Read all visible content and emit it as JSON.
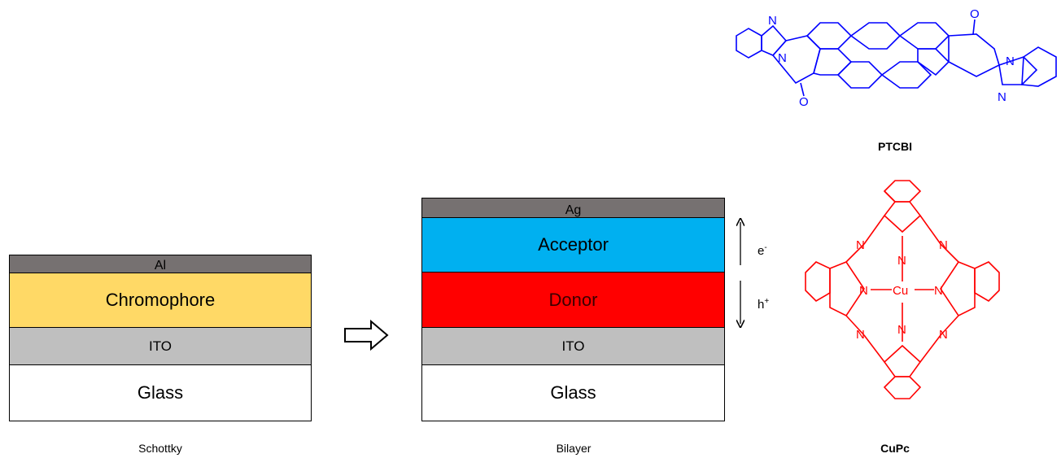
{
  "schottky": {
    "caption": "Schottky",
    "layers": {
      "metal": "Al",
      "active": "Chromophore",
      "anode": "ITO",
      "substrate": "Glass"
    },
    "colors": {
      "metal": "#767171",
      "active": "#FFD966",
      "anode": "#BFBFBF",
      "substrate": "#FFFFFF"
    }
  },
  "arrow": {
    "name": "right-arrow-icon"
  },
  "bilayer": {
    "caption": "Bilayer",
    "layers": {
      "metal": "Ag",
      "acceptor": "Acceptor",
      "donor": "Donor",
      "anode": "ITO",
      "substrate": "Glass"
    },
    "colors": {
      "metal": "#767171",
      "acceptor": "#00B0F0",
      "donor": "#FF0000",
      "anode": "#BFBFBF",
      "substrate": "#FFFFFF"
    },
    "carriers": {
      "electron": "e",
      "electron_sup": "-",
      "hole": "h",
      "hole_sup": "+"
    }
  },
  "molecules": {
    "ptcbi": {
      "label": "PTCBI",
      "color": "#0000FF",
      "atoms": {
        "n": "N",
        "o": "O"
      }
    },
    "cupc": {
      "label": "CuPc",
      "color": "#FF0000",
      "atoms": {
        "n": "N",
        "cu": "Cu"
      }
    }
  }
}
